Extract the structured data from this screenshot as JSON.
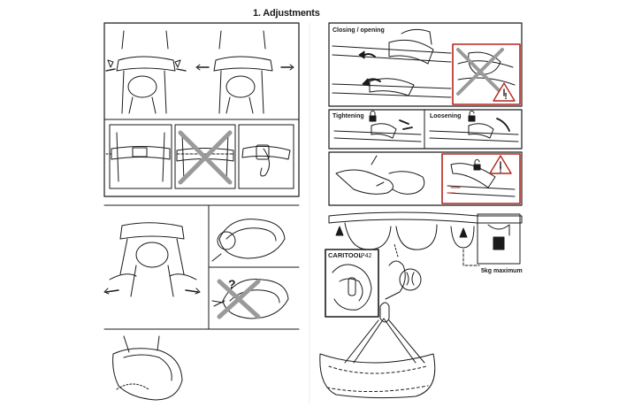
{
  "header": {
    "title": "1. Adjustments"
  },
  "labels": {
    "closing_opening": "Closing / opening",
    "tightening": "Tightening",
    "loosening": "Loosening",
    "caritool": "CARITOOL",
    "caritool_ref": "P42",
    "max_load": "5kg maximum",
    "question": "?"
  },
  "colors": {
    "ink": "#1a1a1a",
    "warning_red": "#b3261e",
    "cross_gray": "#9a9a9a",
    "frame": "#333333"
  },
  "icons": [
    "lock-closed-icon",
    "lock-open-icon",
    "warning-triangle-icon",
    "cross-mark-icon"
  ]
}
